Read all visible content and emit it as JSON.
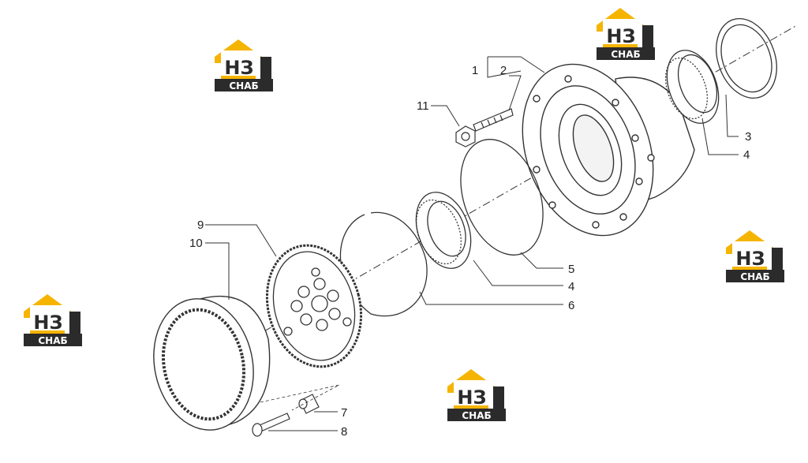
{
  "diagram": {
    "callouts": [
      "1",
      "2",
      "3",
      "4",
      "5",
      "4",
      "6",
      "7",
      "8",
      "9",
      "10",
      "11"
    ]
  },
  "watermark": {
    "letters": "НЗ",
    "caption": "СНАБ"
  },
  "colors": {
    "line": "#333333",
    "logo_yellow": "#f5b400",
    "logo_dark": "#2b2b2b"
  }
}
